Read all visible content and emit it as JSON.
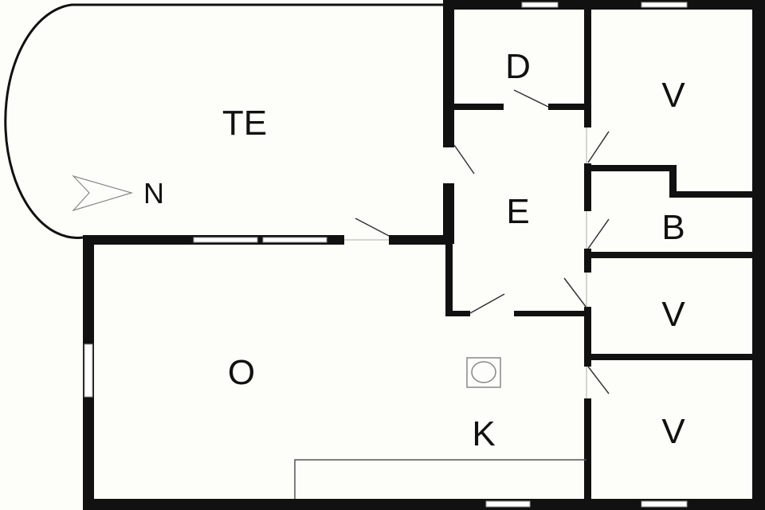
{
  "colors": {
    "wall": "#111111",
    "background": "#fdfdf9",
    "fixture": "#888888"
  },
  "compass": {
    "label": "N",
    "icon": "north-arrow-icon"
  },
  "rooms": [
    {
      "id": "te",
      "label": "TE"
    },
    {
      "id": "d",
      "label": "D"
    },
    {
      "id": "v1",
      "label": "V"
    },
    {
      "id": "e",
      "label": "E"
    },
    {
      "id": "b",
      "label": "B"
    },
    {
      "id": "v2",
      "label": "V"
    },
    {
      "id": "o",
      "label": "O"
    },
    {
      "id": "k",
      "label": "K"
    },
    {
      "id": "v3",
      "label": "V"
    }
  ]
}
